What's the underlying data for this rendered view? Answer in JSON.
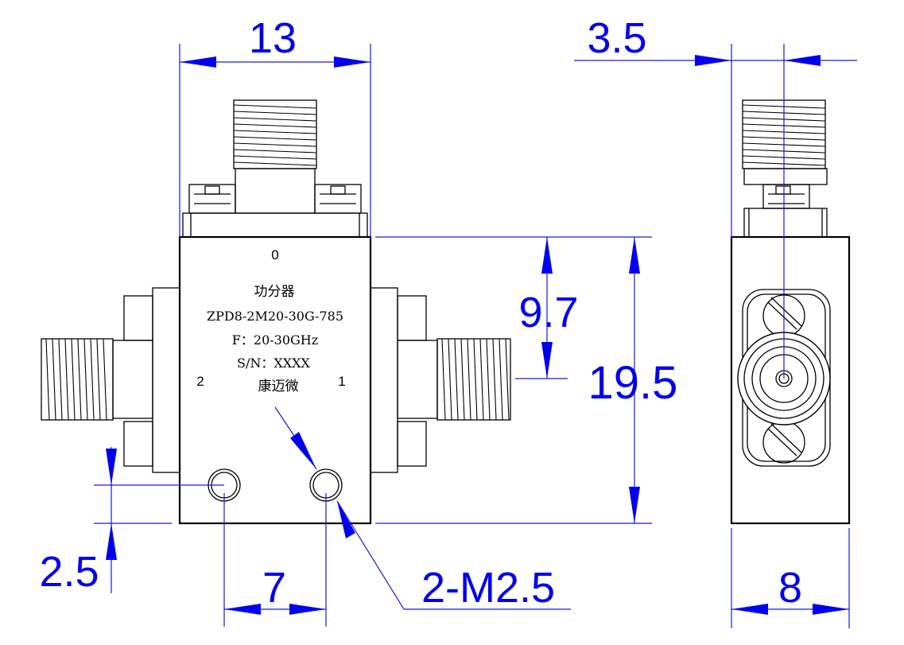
{
  "dimensions": {
    "width_top": "13",
    "side_offset": "3.5",
    "center_height": "9.7",
    "total_height": "19.5",
    "hole_offset": "2.5",
    "hole_spacing": "7",
    "holes": "2-M2.5",
    "side_width": "8"
  },
  "label": {
    "line1": "功分器",
    "line2": "ZPD8-2M20-30G-785",
    "line3": "F：20-30GHz",
    "line4": "S/N：XXXX",
    "line5": "康迈微"
  },
  "ports": {
    "top": "0",
    "left": "2",
    "right": "1"
  },
  "colors": {
    "dimension": "#0000ee",
    "outline": "#000000"
  }
}
